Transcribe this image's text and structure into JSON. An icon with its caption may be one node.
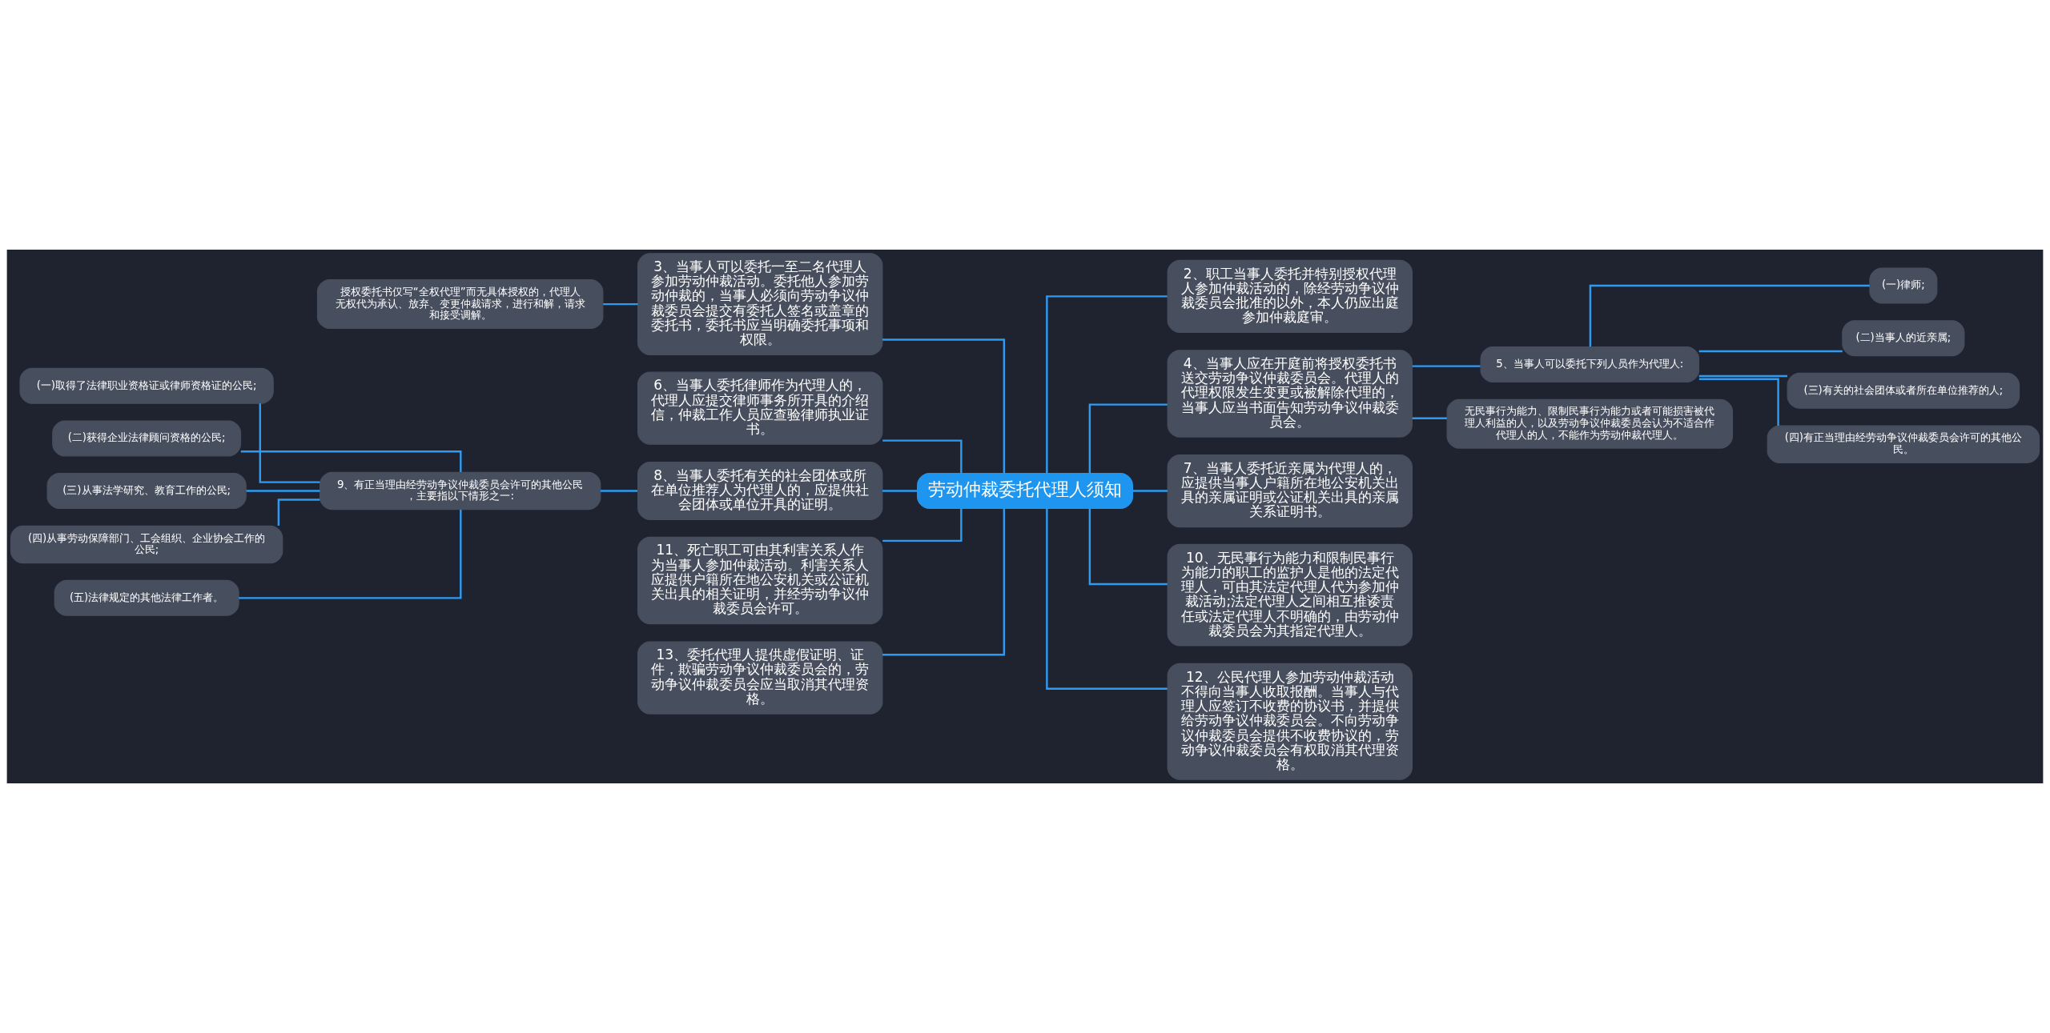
{
  "diagram": {
    "nodes": [
      {
        "text": [
          "劳动仲裁委托代理人须知"
        ]
      },
      {
        "text": [
          "3、当事人可以委托一至二名代理人参加劳动仲裁活动。委托他人参加劳动仲裁的，当事人必须向劳动争议仲裁委员会提交有委托人签名或盖章的委托书，委托书应当明确委托事项和权限。"
        ]
      },
      {
        "text": [
          "授权委托书仅写“全权代理”而无具体授权的，代理人无权代为承认、放弃、变更仲裁请求，进行和解，请求和接受调解。"
        ]
      },
      {
        "text": [
          "6、当事人委托律师作为代理人的，代理人应提交律师事务所开具的介绍信，仲裁工作人员应查验律师执业证书。"
        ]
      },
      {
        "text": [
          "8、当事人委托有关的社会团体或所在单位推荐人为代理人的，应提供社会团体或单位开具的证明。"
        ]
      },
      {
        "text": [
          "9、有正当理由经劳动争议仲裁委员会许可的其他公民，主要指以下情形之一:"
        ]
      },
      {
        "text": [
          "(一)取得了法律职业资格证或律师资格证的公民;"
        ]
      },
      {
        "text": [
          "(二)获得企业法律顾问资格的公民;"
        ]
      },
      {
        "text": [
          "(三)从事法学研究、教育工作的公民;"
        ]
      },
      {
        "text": [
          "(四)从事劳动保障部门、工会组织、企业协会工作的公民;"
        ]
      },
      {
        "text": [
          "(五)法律规定的其他法律工作者。"
        ]
      },
      {
        "text": [
          "11、死亡职工可由其利害关系人作为当事人参加仲裁活动。利害关系人应提供户籍所在地公安机关或公证机关出具的相关证明，并经劳动争议仲裁委员会许可。"
        ]
      },
      {
        "text": [
          "13、委托代理人提供虚假证明、证件，欺骗劳动争议仲裁委员会的，劳动争议仲裁委员会应当取消其代理资格。"
        ]
      },
      {
        "text": [
          "2、职工当事人委托并特别授权代理人参加仲裁活动的，除经劳动争议仲裁委员会批准的以外，本人仍应出庭参加仲裁庭审。"
        ]
      },
      {
        "text": [
          "4、当事人应在开庭前将授权委托书送交劳动争议仲裁委员会。代理人的代理权限发生变更或被解除代理的，当事人应当书面告知劳动争议仲裁委员会。"
        ]
      },
      {
        "text": [
          "5、当事人可以委托下列人员作为代理人:"
        ]
      },
      {
        "text": [
          "(一)律师;"
        ]
      },
      {
        "text": [
          "(二)当事人的近亲属;"
        ]
      },
      {
        "text": [
          "(三)有关的社会团体或者所在单位推荐的人;"
        ]
      },
      {
        "text": [
          "(四)有正当理由经劳动争议仲裁委员会许可的其他公民。"
        ]
      },
      {
        "text": [
          "无民事行为能力、限制民事行为能力或者可能损害被代理人利益的人，以及劳动争议仲裁委员会认为不适合作代理人的人，不能作为劳动仲裁代理人。"
        ]
      },
      {
        "text": [
          "7、当事人委托近亲属为代理人的，应提供当事人户籍所在地公安机关出具的亲属证明或公证机关出具的亲属关系证明书。"
        ]
      },
      {
        "text": [
          "10、无民事行为能力和限制民事行为能力的职工的监护人是他的法定代理人，可由其法定代理人代为参加仲裁活动;法定代理人之间相互推诿责任或法定代理人不明确的，由劳动仲裁委员会为其指定代理人。"
        ]
      },
      {
        "text": [
          "12、公民代理人参加劳动仲裁活动不得向当事人收取报酬。当事人与代理人应签订不收费的协议书，并提供给劳动争议仲裁委员会。不向劳动争议仲裁委员会提供不收费协议的，劳动争议仲裁委员会有权取消其代理资格。"
        ]
      }
    ],
    "edges": [
      {
        "from": 1,
        "to": 0,
        "arrow": "none"
      },
      {
        "from": 2,
        "to": 1,
        "arrow": "none"
      },
      {
        "from": 3,
        "to": 0,
        "arrow": "none"
      },
      {
        "from": 4,
        "to": 0,
        "arrow": "none"
      },
      {
        "from": 5,
        "to": 4,
        "arrow": "none"
      },
      {
        "from": 6,
        "to": 5,
        "arrow": "none"
      },
      {
        "from": 7,
        "to": 5,
        "arrow": "none"
      },
      {
        "from": 8,
        "to": 5,
        "arrow": "none"
      },
      {
        "from": 9,
        "to": 5,
        "arrow": "none"
      },
      {
        "from": 10,
        "to": 5,
        "arrow": "none"
      },
      {
        "from": 11,
        "to": 0,
        "arrow": "none"
      },
      {
        "from": 12,
        "to": 0,
        "arrow": "none"
      },
      {
        "from": 0,
        "to": 13,
        "arrow": "none"
      },
      {
        "from": 0,
        "to": 14,
        "arrow": "none"
      },
      {
        "from": 14,
        "to": 15,
        "arrow": "none"
      },
      {
        "from": 15,
        "to": 16,
        "arrow": "none"
      },
      {
        "from": 15,
        "to": 17,
        "arrow": "none"
      },
      {
        "from": 15,
        "to": 18,
        "arrow": "none"
      },
      {
        "from": 15,
        "to": 19,
        "arrow": "none"
      },
      {
        "from": 14,
        "to": 20,
        "arrow": "none"
      },
      {
        "from": 0,
        "to": 21,
        "arrow": "none"
      },
      {
        "from": 0,
        "to": 22,
        "arrow": "none"
      },
      {
        "from": 0,
        "to": 23,
        "arrow": "none"
      }
    ]
  }
}
